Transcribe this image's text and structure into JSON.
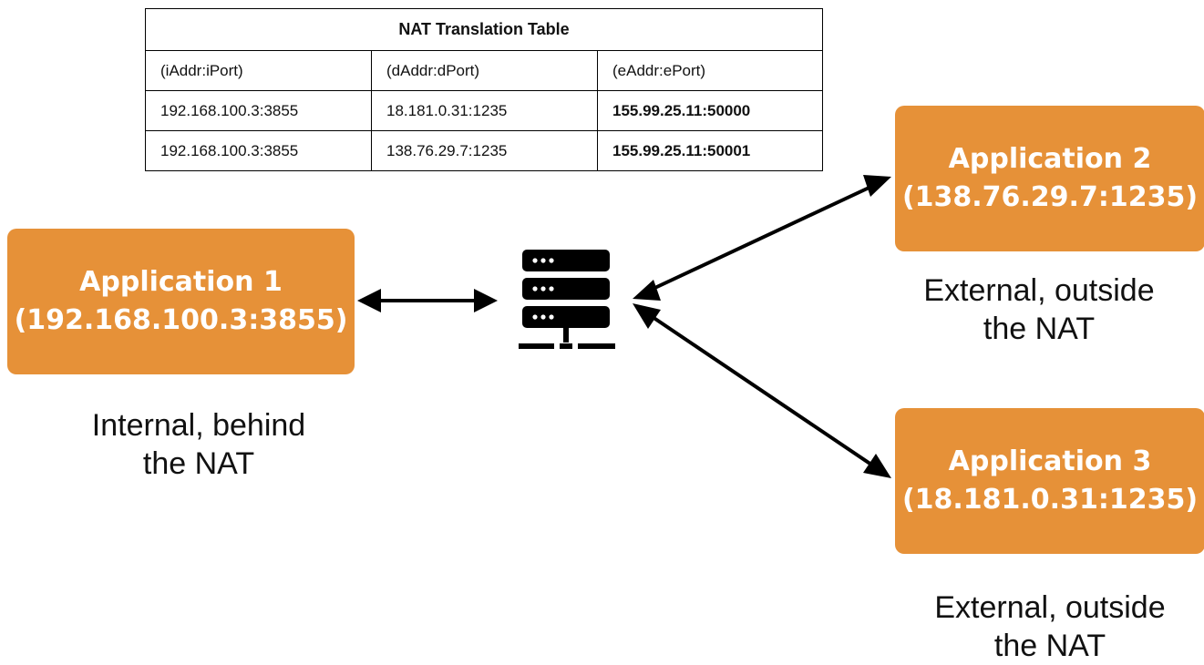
{
  "nat_table": {
    "title": "NAT Translation Table",
    "headers": [
      "(iAddr:iPort)",
      "(dAddr:dPort)",
      "(eAddr:ePort)"
    ],
    "rows": [
      [
        "192.168.100.3:3855",
        "18.181.0.31:1235",
        "155.99.25.11:50000"
      ],
      [
        "192.168.100.3:3855",
        "138.76.29.7:1235",
        "155.99.25.11:50001"
      ]
    ]
  },
  "apps": {
    "app1": {
      "name": "Application 1",
      "address": "(192.168.100.3:3855)"
    },
    "app2": {
      "name": "Application 2",
      "address": "(138.76.29.7:1235)"
    },
    "app3": {
      "name": "Application 3",
      "address": "(18.181.0.31:1235)"
    }
  },
  "captions": {
    "app1": {
      "line1": "Internal, behind",
      "line2": "the NAT"
    },
    "app2": {
      "line1": "External, outside",
      "line2": "the NAT"
    },
    "app3": {
      "line1": "External, outside",
      "line2": "the NAT"
    }
  },
  "icons": {
    "nat_device": "server-icon"
  },
  "colors": {
    "app_box_fill": "#e69138",
    "app_box_text": "#ffffff",
    "arrow": "#000000",
    "server_icon": "#000000"
  }
}
